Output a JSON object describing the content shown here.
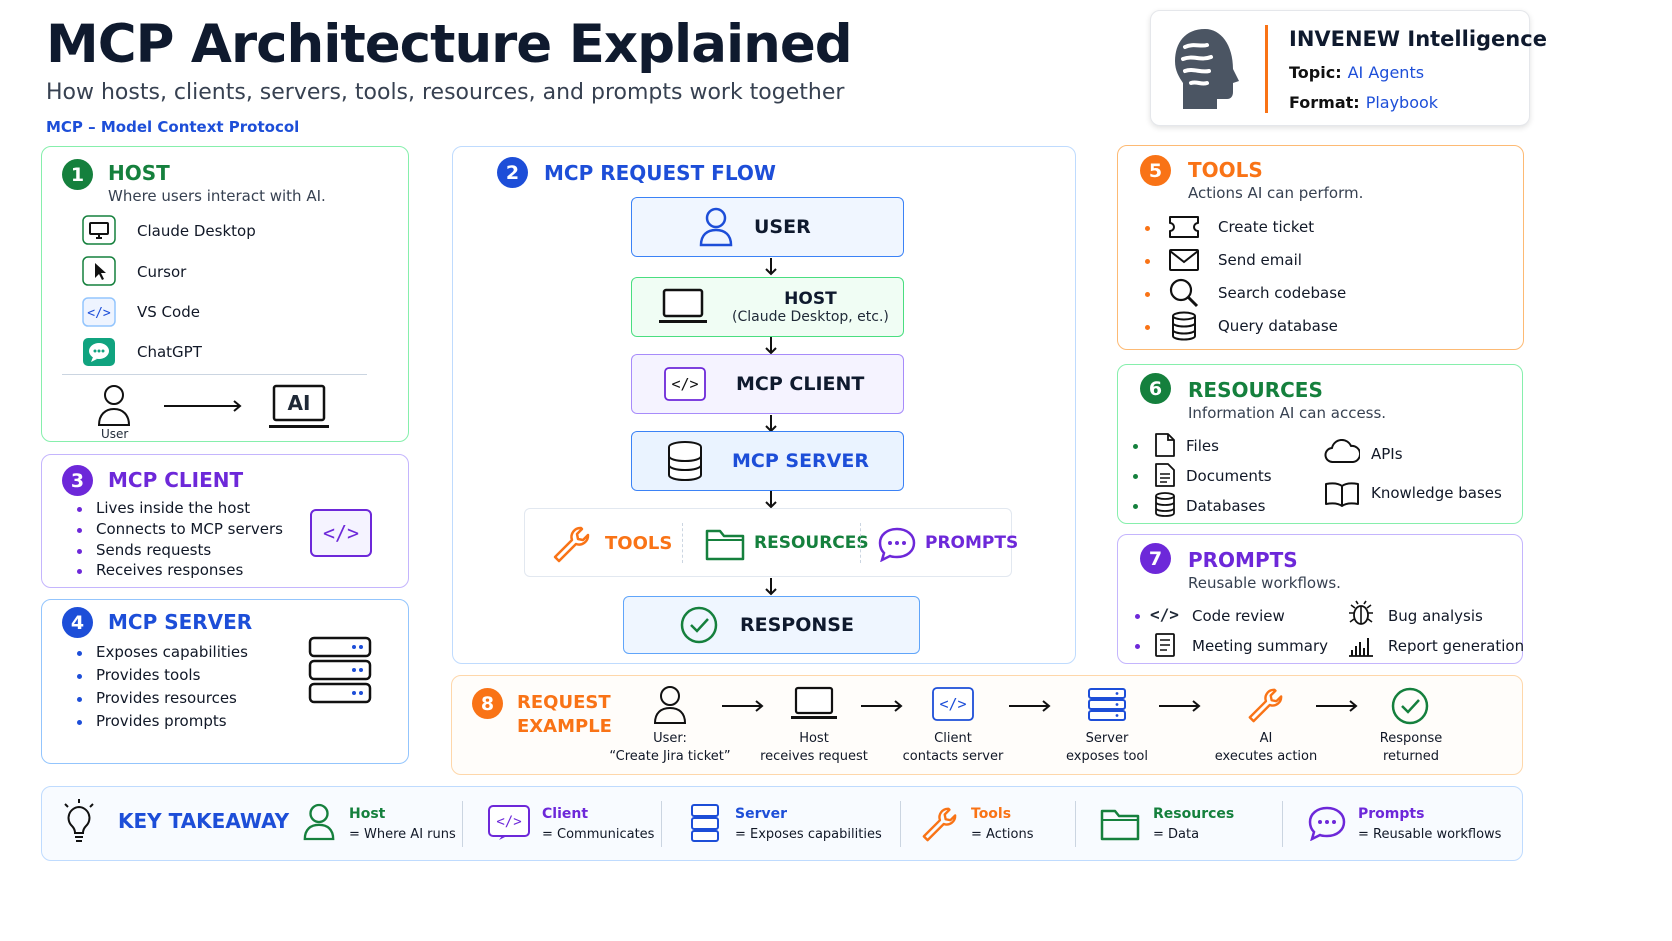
{
  "header": {
    "title": "MCP Architecture Explained",
    "subtitle": "How hosts, clients, servers, tools, resources, and prompts work together",
    "tagline": "MCP – Model Context Protocol"
  },
  "brand": {
    "name": "INVENEW Intelligence",
    "topic_label": "Topic:",
    "topic_value": "AI Agents",
    "format_label": "Format:",
    "format_value": "Playbook"
  },
  "host": {
    "number": "1",
    "title": "HOST",
    "desc": "Where users interact with AI.",
    "items": [
      "Claude Desktop",
      "Cursor",
      "VS Code",
      "ChatGPT"
    ],
    "user_label": "User",
    "ai_label": "AI"
  },
  "flow": {
    "number": "2",
    "title": "MCP REQUEST FLOW",
    "user": "USER",
    "host": "HOST",
    "host_sub": "(Claude Desktop, etc.)",
    "client": "MCP CLIENT",
    "server": "MCP SERVER",
    "tools": "TOOLS",
    "resources": "RESOURCES",
    "prompts": "PROMPTS",
    "response": "RESPONSE"
  },
  "client": {
    "number": "3",
    "title": "MCP CLIENT",
    "items": [
      "Lives inside the host",
      "Connects to MCP servers",
      "Sends requests",
      "Receives responses"
    ]
  },
  "server": {
    "number": "4",
    "title": "MCP SERVER",
    "items": [
      "Exposes capabilities",
      "Provides tools",
      "Provides resources",
      "Provides prompts"
    ]
  },
  "tools": {
    "number": "5",
    "title": "TOOLS",
    "desc": "Actions AI can perform.",
    "items": [
      "Create ticket",
      "Send email",
      "Search codebase",
      "Query database"
    ]
  },
  "resources": {
    "number": "6",
    "title": "RESOURCES",
    "desc": "Information AI can access.",
    "items": [
      "Files",
      "Documents",
      "Databases"
    ],
    "items_right": [
      "APIs",
      "Knowledge bases"
    ]
  },
  "prompts": {
    "number": "7",
    "title": "PROMPTS",
    "desc": "Reusable workflows.",
    "items": [
      "Code review",
      "Meeting summary"
    ],
    "items_right": [
      "Bug analysis",
      "Report generation"
    ]
  },
  "example": {
    "number": "8",
    "title1": "REQUEST",
    "title2": "EXAMPLE",
    "steps": [
      {
        "l1": "User:",
        "l2": "“Create Jira ticket”"
      },
      {
        "l1": "Host",
        "l2": "receives request"
      },
      {
        "l1": "Client",
        "l2": "contacts server"
      },
      {
        "l1": "Server",
        "l2": "exposes tool"
      },
      {
        "l1": "AI",
        "l2": "executes action"
      },
      {
        "l1": "Response",
        "l2": "returned"
      }
    ]
  },
  "takeaway": {
    "title": "KEY TAKEAWAY",
    "items": [
      {
        "label": "Host",
        "sub": "= Where AI runs"
      },
      {
        "label": "Client",
        "sub": "= Communicates"
      },
      {
        "label": "Server",
        "sub": "= Exposes capabilities"
      },
      {
        "label": "Tools",
        "sub": "= Actions"
      },
      {
        "label": "Resources",
        "sub": "= Data"
      },
      {
        "label": "Prompts",
        "sub": "= Reusable workflows"
      }
    ]
  },
  "colors": {
    "green": "#15803d",
    "blue": "#1d4ed8",
    "purple": "#6d28d9",
    "orange": "#f97316",
    "navy": "#0f1a2e"
  }
}
